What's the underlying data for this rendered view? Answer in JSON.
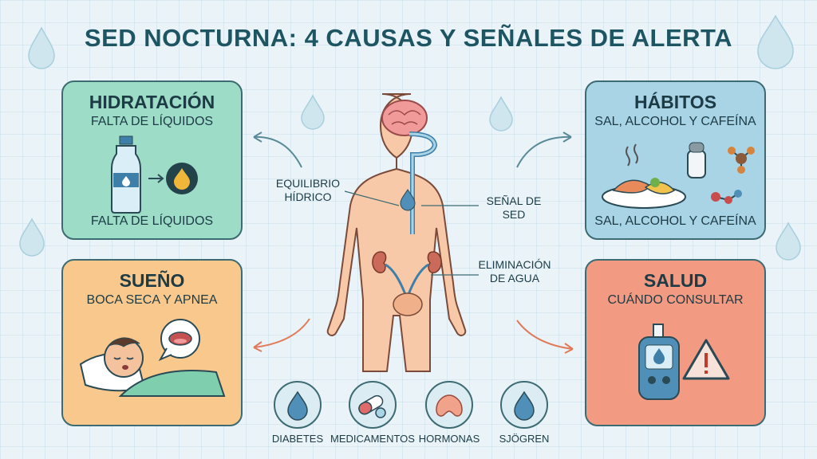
{
  "title": "SED NOCTURNA: 4 CAUSAS Y SEÑALES DE ALERTA",
  "cards": {
    "hidratacion": {
      "heading": "HIDRATACIÓN",
      "subtitle": "FALTA DE LÍQUIDOS",
      "footer": "FALTA DE LÍQUIDOS",
      "color": "#9ddcc7"
    },
    "habitos": {
      "heading": "HÁBITOS",
      "subtitle": "SAL, ALCOHOL Y CAFEÍNA",
      "footer": "SAL, ALCOHOL Y CAFEÍNA",
      "color": "#a9d4e6"
    },
    "sueno": {
      "heading": "SUEÑO",
      "subtitle": "BOCA SECA Y APNEA",
      "color": "#f9c88d"
    },
    "salud": {
      "heading": "SALUD",
      "subtitle": "CUÁNDO CONSULTAR",
      "color": "#f39a82"
    }
  },
  "body_labels": {
    "equilibrio": "EQUILIBRIO HÍDRICO",
    "senal": "SEÑAL DE SED",
    "eliminacion": "ELIMINACIÓN DE AGUA"
  },
  "bottom_icons": [
    {
      "label": "DIABETES",
      "icon": "drop-icon"
    },
    {
      "label": "MEDICAMENTOS",
      "icon": "pills-icon"
    },
    {
      "label": "HORMONAS",
      "icon": "thyroid-icon"
    },
    {
      "label": "SJÖGREN",
      "icon": "drop-icon"
    }
  ]
}
